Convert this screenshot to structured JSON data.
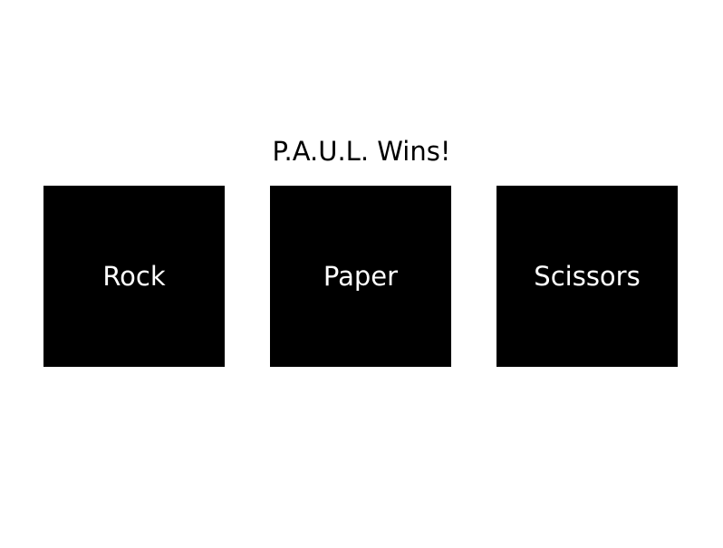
{
  "status": {
    "message": "P.A.U.L. Wins!"
  },
  "choices": [
    {
      "label": "Rock"
    },
    {
      "label": "Paper"
    },
    {
      "label": "Scissors"
    }
  ],
  "colors": {
    "background": "#ffffff",
    "tile": "#000000",
    "tile_text": "#ffffff",
    "text": "#000000"
  }
}
